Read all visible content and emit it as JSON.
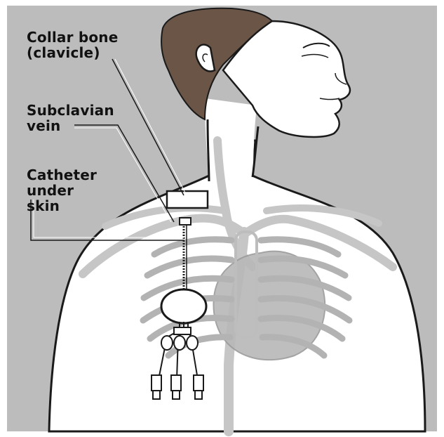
{
  "labels": {
    "collar_bone": {
      "line1": "Collar bone",
      "line2": "(clavicle)"
    },
    "subclavian": {
      "line1": "Subclavian",
      "line2": "vein"
    },
    "catheter": {
      "line1": "Catheter",
      "line2": "under",
      "line3": "skin"
    }
  },
  "colors": {
    "background": "#bdbcbc",
    "skin": "#ffffff",
    "hair": "#6b5547",
    "outline": "#1a1a1a",
    "anatomy": "#c6c6c6",
    "heart": "#b8b8b8"
  },
  "icons": {
    "body": "human-torso-figure",
    "ribs": "rib-cage",
    "port": "implanted-port-device",
    "lines": "catheter-lumen-connectors"
  }
}
